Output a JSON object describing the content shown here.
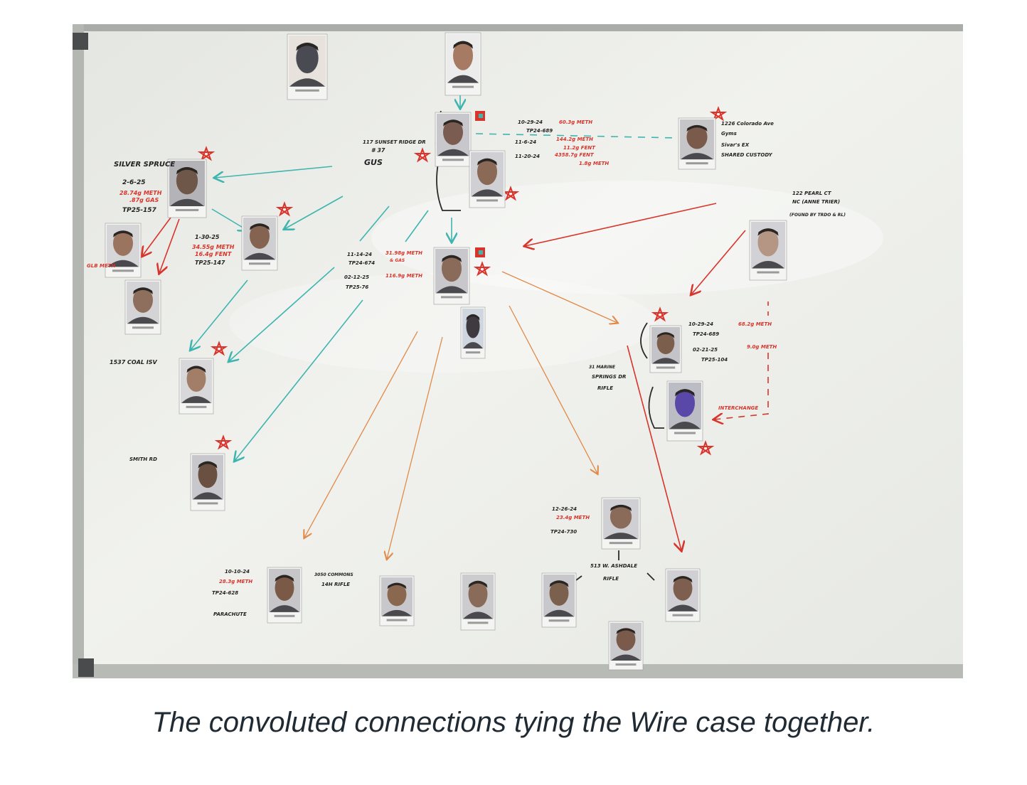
{
  "caption": "The convoluted connections tying the Wire case together.",
  "colors": {
    "board": "#eceee9",
    "frame": "#b8bab6",
    "teal": "#3fb5b0",
    "red": "#d9342b",
    "orange": "#e08a4a",
    "marker_black": "#222222"
  },
  "notes": {
    "silver_spruce": "SILVER SPRUCE",
    "silver_date": "2-6-25",
    "silver_meth": "28.74g METH",
    "silver_gas": ".87g GAS",
    "silver_tp": "TP25-157",
    "left_date": "1-30-25",
    "left_meth": "34.55g METH",
    "left_fent": "16.4g FENT",
    "left_tp": "TP25-147",
    "gus_addr": "117 SUNSET RIDGE DR",
    "gus_num": "# 37",
    "gus_name": "GUS",
    "top_l1_date": "10-29-24",
    "top_l1_val": "60.3g METH",
    "top_l2": "TP24-689",
    "top_l3_date": "11-6-24",
    "top_l3_val": "144.2g METH",
    "top_l4_val": "11.2g FENT",
    "top_l5_date": "11-20-24",
    "top_l5_val": "4358.7g FENT",
    "top_l6_val": "1.8g METH",
    "right_l1": "1226 Colorado Ave",
    "right_l2": "Gyms",
    "right_l3": "Sivar's EX",
    "right_l4": "SHARED CUSTODY",
    "pearl_l1": "122 PEARL CT",
    "pearl_l2": "NC (ANNE TRIER)",
    "pearl_l3": "(FOUND BY TRDO & RL)",
    "center_d1": "11-14-24",
    "center_v1": "31.98g METH",
    "center_v1b": "& GAS",
    "center_tp1": "TP24-674",
    "center_d2": "02-12-25",
    "center_v2": "116.9g METH",
    "center_tp2": "TP25-76",
    "glb_meth": "GLB METH",
    "coal_addr": "1537 COAL ISV",
    "smith_name": "SMITH RD",
    "mr_d1": "10-29-24",
    "mr_v1": "68.2g METH",
    "mr_tp1": "TP24-689",
    "mr_d2": "02-21-25",
    "mr_v2": "9.0g METH",
    "mr_tp2": "TP25-104",
    "spring_l1": "31 MARINE",
    "spring_l2": "SPRINGS DR",
    "spring_l3": "RIFLE",
    "interchange": "INTERCHANGE",
    "br_date": "12-26-24",
    "br_val": "23.4g METH",
    "br_tp": "TP24-730",
    "ashdale_l1": "513 W. ASHDALE",
    "ashdale_l2": "RIFLE",
    "bl_date": "10-10-24",
    "bl_val": "28.3g METH",
    "bl_tp": "TP24-628",
    "bl_city": "PARACHUTE",
    "comm_l1": "3050 COMMONS",
    "comm_l2": "14H RIFLE"
  }
}
